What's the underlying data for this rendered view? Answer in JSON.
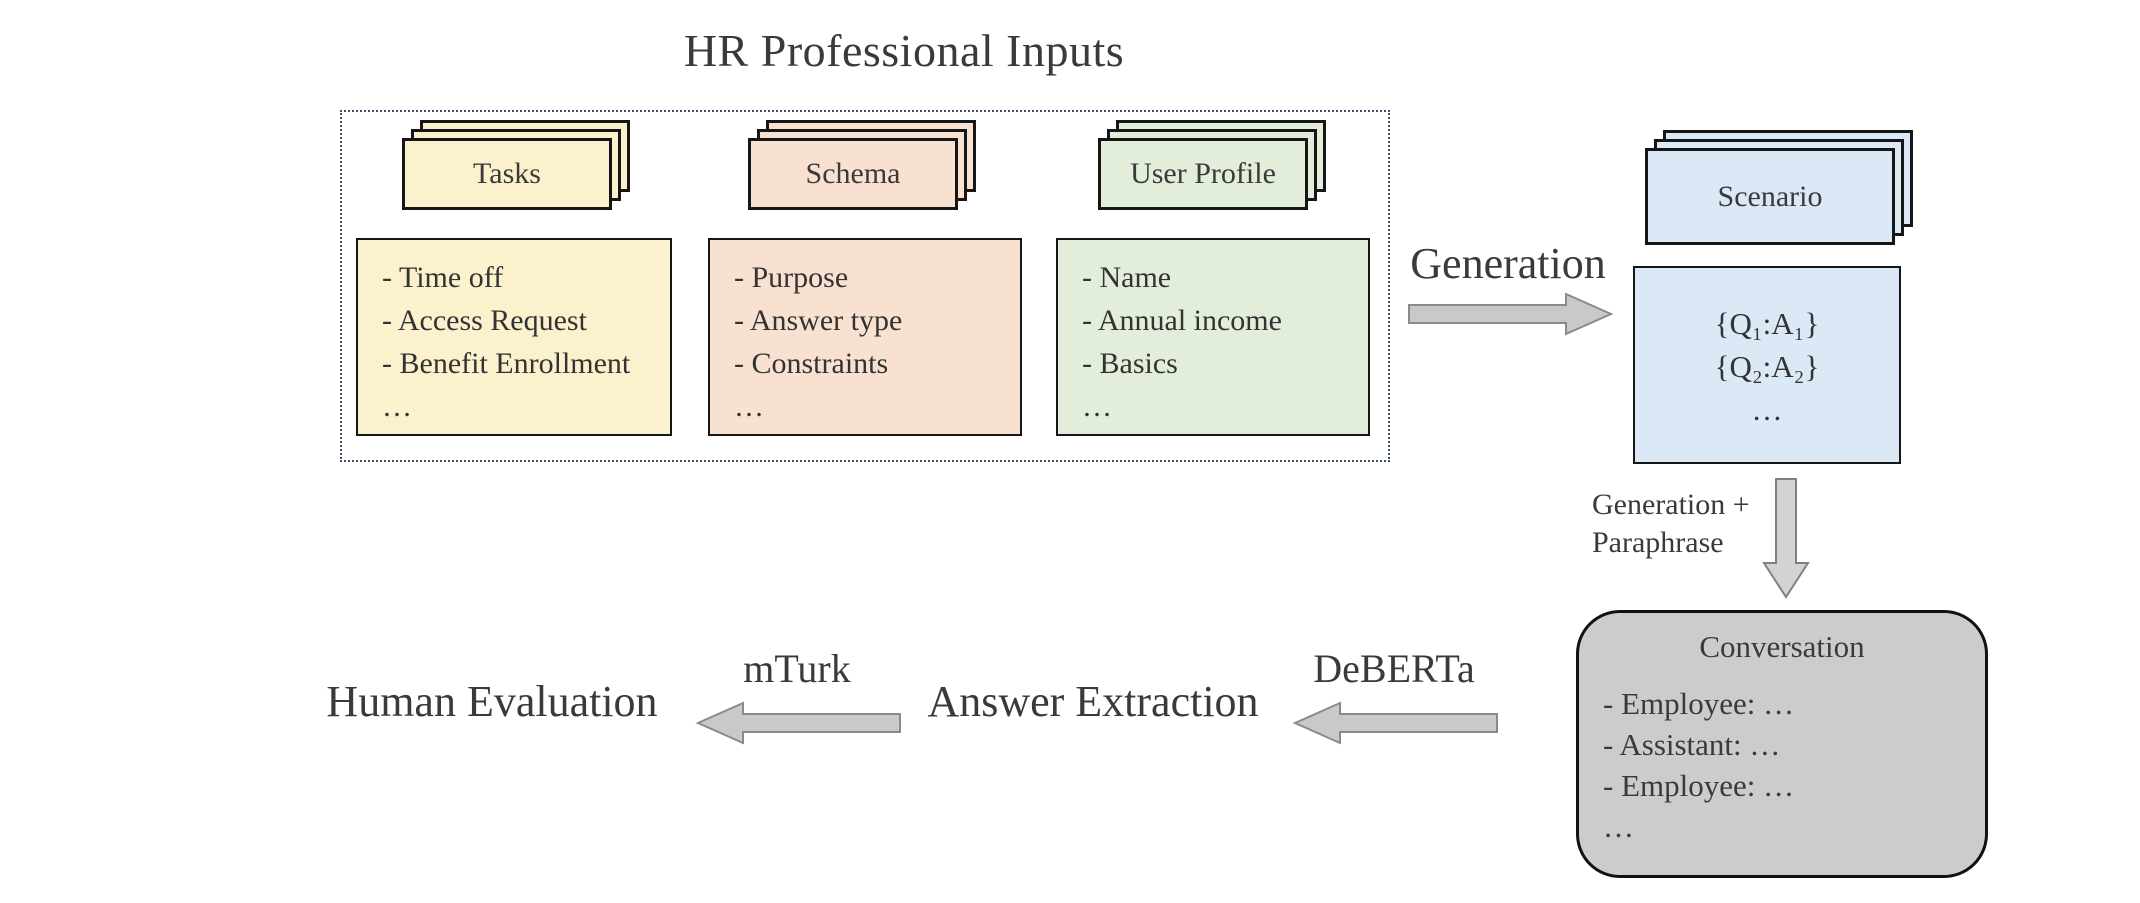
{
  "title": "HR Professional Inputs",
  "input_groups": [
    {
      "id": "tasks",
      "label": "Tasks",
      "items": [
        "- Time off",
        "- Access Request",
        "- Benefit Enrollment",
        "…"
      ]
    },
    {
      "id": "schema",
      "label": "Schema",
      "items": [
        "- Purpose",
        "- Answer type",
        "- Constraints",
        "…"
      ]
    },
    {
      "id": "user-profile",
      "label": "User Profile",
      "items": [
        "- Name",
        "- Annual income",
        "- Basics",
        "…"
      ]
    }
  ],
  "generation": {
    "label": "Generation"
  },
  "scenario": {
    "label": "Scenario",
    "qa_lines": [
      "{Q₁:A₁}",
      "{Q₂:A₂}",
      "…"
    ]
  },
  "generation_paraphrase": {
    "line1": "Generation +",
    "line2": "Paraphrase"
  },
  "conversation": {
    "title": "Conversation",
    "lines": [
      "- Employee: …",
      "- Assistant: …",
      "- Employee: …",
      "…"
    ]
  },
  "answer_extraction": {
    "label": "Answer Extraction",
    "arrow_label": "DeBERTa"
  },
  "human_evaluation": {
    "label": "Human Evaluation",
    "arrow_label": "mTurk"
  },
  "colors": {
    "tasks_fill": "#fbf1cd",
    "schema_fill": "#f9e1d1",
    "user_profile_fill": "#e2eed9",
    "scenario_fill": "#dbe8f5",
    "conversation_fill": "#cccccc",
    "arrow_fill": "#c9c9c9",
    "arrow_stroke": "#8a8a8a",
    "dotted_border": "#3c4e66",
    "text": "#3a3a3a"
  }
}
